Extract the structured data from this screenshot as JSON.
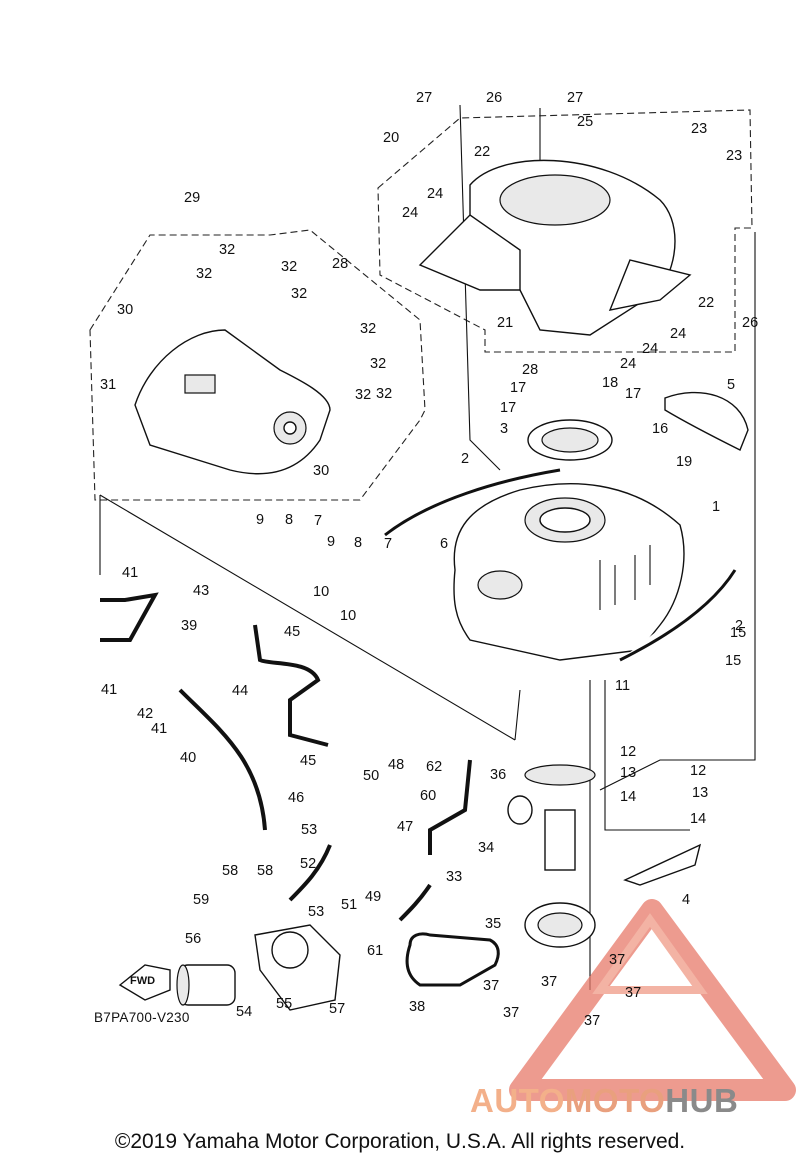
{
  "diagram_code": "B7PA700-V230",
  "fwd_label": "FWD",
  "watermark": {
    "part1": "AUTO",
    "part2": "MOTO",
    "part3": "HUB"
  },
  "copyright": "©2019 Yamaha Motor Corporation, U.S.A. All rights reserved.",
  "callouts": [
    "1",
    "2",
    "2",
    "3",
    "4",
    "5",
    "6",
    "7",
    "7",
    "8",
    "8",
    "9",
    "9",
    "10",
    "10",
    "11",
    "12",
    "12",
    "13",
    "13",
    "14",
    "14",
    "15",
    "15",
    "16",
    "17",
    "17",
    "17",
    "18",
    "19",
    "20",
    "21",
    "22",
    "22",
    "23",
    "23",
    "24",
    "24",
    "24",
    "24",
    "24",
    "25",
    "26",
    "26",
    "27",
    "27",
    "28",
    "28",
    "29",
    "30",
    "30",
    "31",
    "32",
    "32",
    "32",
    "32",
    "32",
    "32",
    "32",
    "32",
    "33",
    "34",
    "35",
    "36",
    "37",
    "37",
    "37",
    "37",
    "37",
    "37",
    "38",
    "39",
    "40",
    "41",
    "41",
    "41",
    "42",
    "43",
    "44",
    "45",
    "45",
    "46",
    "47",
    "48",
    "49",
    "50",
    "51",
    "52",
    "53",
    "53",
    "54",
    "55",
    "56",
    "57",
    "58",
    "58",
    "59",
    "60",
    "61",
    "62"
  ]
}
